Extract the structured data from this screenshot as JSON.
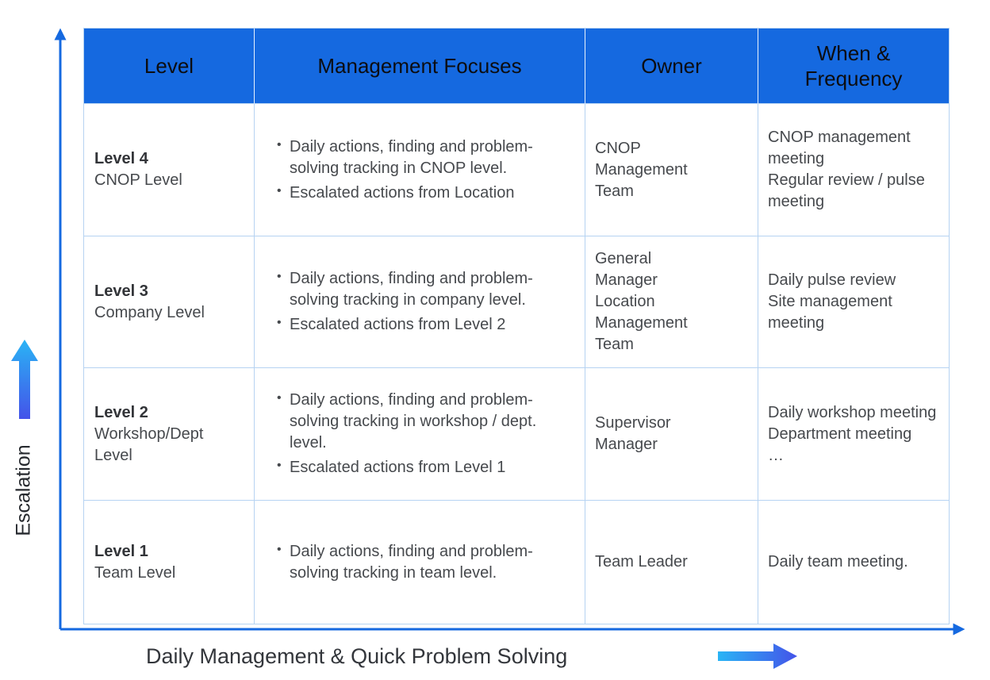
{
  "colors": {
    "header_bg": "#1569e0",
    "axis_blue": "#1569e0",
    "table_border": "#b6d3f2",
    "gradient_cyan": "#2ab4f5",
    "gradient_blue": "#4453e9",
    "body_text": "#46494d"
  },
  "axes": {
    "y_label": "Escalation",
    "x_label": "Daily Management & Quick Problem Solving"
  },
  "table": {
    "headers": [
      "Level",
      "Management Focuses",
      "Owner",
      "When & Frequency"
    ],
    "rows": [
      {
        "level": "Level 4",
        "sublevel": "CNOP Level",
        "focuses": [
          "Daily actions, finding and problem-solving tracking in CNOP level.",
          "Escalated actions from Location"
        ],
        "owner": "CNOP Management Team",
        "when": "CNOP management meeting\nRegular review / pulse meeting"
      },
      {
        "level": "Level 3",
        "sublevel": "Company Level",
        "focuses": [
          "Daily actions, finding and problem-solving tracking in company level.",
          "Escalated actions from Level 2"
        ],
        "owner": "General Manager\nLocation Management Team",
        "when": "Daily pulse review\nSite management meeting"
      },
      {
        "level": "Level 2",
        "sublevel": "Workshop/Dept Level",
        "focuses": [
          "Daily actions, finding and problem-solving tracking in workshop / dept. level.",
          "Escalated actions from Level 1"
        ],
        "owner": "Supervisor Manager",
        "when": "Daily workshop meeting\nDepartment meeting\n…"
      },
      {
        "level": "Level 1",
        "sublevel": "Team Level",
        "focuses": [
          "Daily actions, finding and problem-solving tracking in team level."
        ],
        "owner": "Team Leader",
        "when": "Daily team meeting."
      }
    ]
  }
}
